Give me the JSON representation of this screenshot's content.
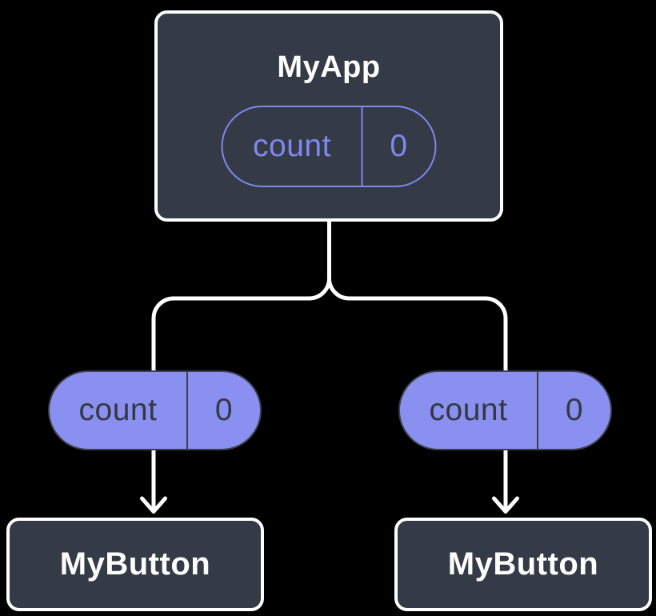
{
  "diagram": {
    "description": "React component tree showing state lifted to parent and passed down as props",
    "root": {
      "title": "MyApp",
      "state": {
        "name": "count",
        "value": "0"
      }
    },
    "children": [
      {
        "title": "MyButton",
        "prop": {
          "name": "count",
          "value": "0"
        }
      },
      {
        "title": "MyButton",
        "prop": {
          "name": "count",
          "value": "0"
        }
      }
    ],
    "colors": {
      "background": "#000000",
      "node_fill": "#343A46",
      "node_border": "#FFFFFF",
      "node_text": "#FFFFFF",
      "connector": "#FFFFFF",
      "state_pill_outline": "#7F88EF",
      "prop_pill_fill": "#8A90F0",
      "prop_pill_border": "#3A414E",
      "prop_pill_text": "#333845"
    }
  }
}
